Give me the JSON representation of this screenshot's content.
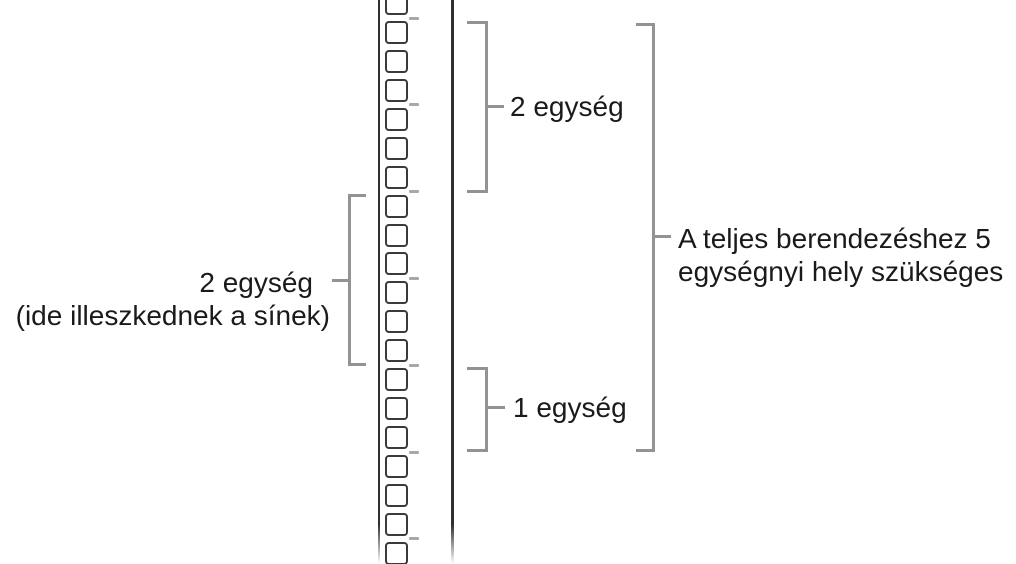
{
  "labels": {
    "top_bracket": "2 egység",
    "left_bracket_line1": "2 egység",
    "left_bracket_line2": "(ide illeszkednek a sínek)",
    "unit_bracket": "1 egység",
    "total_bracket_line1": "A teljes berendezéshez 5",
    "total_bracket_line2": "egységnyi hely szükséges"
  },
  "rack": {
    "hole_count": 20,
    "unit_tick_count": 7,
    "holes_per_unit": 3,
    "units_total": 5
  },
  "colors": {
    "background": "#ffffff",
    "rail": "#303030",
    "hole_border": "#3a3a3a",
    "tick": "#a8a8a8",
    "bracket": "#939393",
    "text": "#1a1a1a"
  }
}
